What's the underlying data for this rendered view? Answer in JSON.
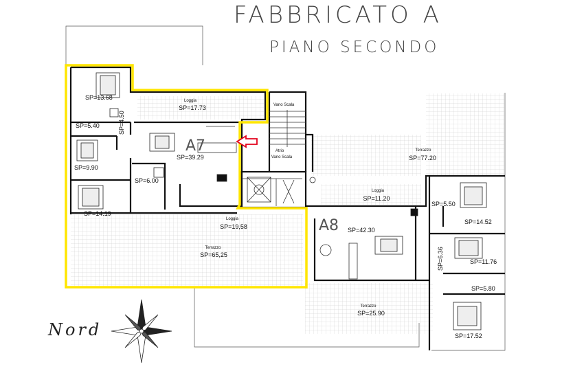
{
  "title": "FABBRICATO A",
  "subtitle": "PIANO SECONDO",
  "compass": "Nord",
  "units": {
    "a7": "A7",
    "a8": "A8"
  },
  "rooms": {
    "r1": "SP=13.68",
    "r2": "SP=5.40",
    "r3": "SP=4.50",
    "r4": "SP=9.90",
    "r5": "SP=6.00",
    "r6": "SP=14.19",
    "r7": "SP=39.29",
    "r8_name": "Loggia",
    "r8": "SP=17.73",
    "r9_name": "Loggia",
    "r9": "SP=19,58",
    "r10_name": "Terrazzo",
    "r10": "SP=65,25",
    "r11_name": "Atrio",
    "r11": "Vano Scala",
    "r12_name": "Vano Scala",
    "r13_name": "Terrazzo",
    "r13": "SP=77.20",
    "r14_name": "Loggia",
    "r14": "SP=11.20",
    "r15": "SP=42.30",
    "r16": "SP=5.50",
    "r17": "SP=14.52",
    "r18": "SP=6.36",
    "r19": "SP=11.76",
    "r20": "SP=5.80",
    "r21_name": "Terrazzo",
    "r21": "SP=25.90",
    "r22": "SP=17.52"
  },
  "colors": {
    "highlight": "#ffe600",
    "arrow": "#e3001b",
    "wall": "#111111",
    "hatch": "#bdbdbd"
  }
}
